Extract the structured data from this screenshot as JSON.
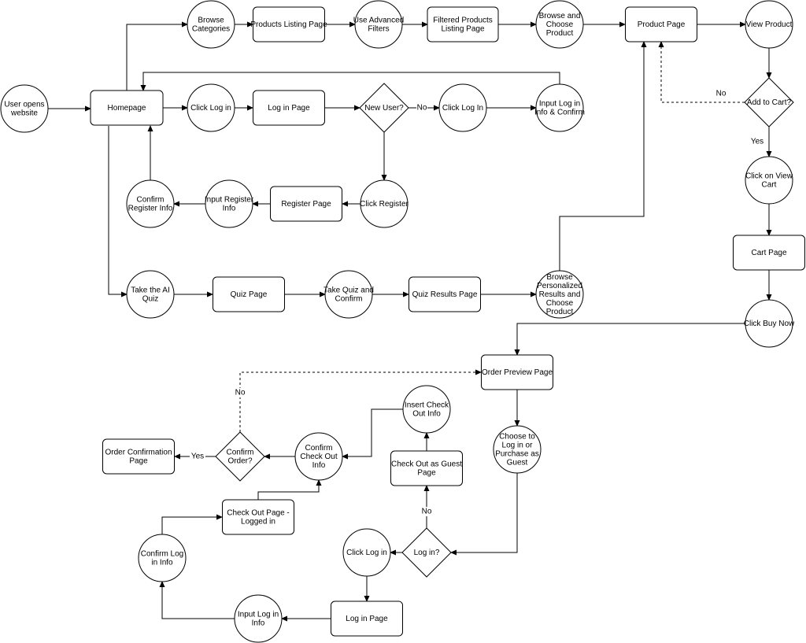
{
  "nodes": {
    "user_opens": [
      "User opens",
      "website"
    ],
    "homepage": [
      "Homepage"
    ],
    "browse_categories": [
      "Browse",
      "Categories"
    ],
    "products_listing": [
      "Products Listing Page"
    ],
    "adv_filters": [
      "Use Advanced",
      "Filters"
    ],
    "filtered_listing": [
      "Filtered Products",
      "Listing Page"
    ],
    "browse_choose": [
      "Browse and",
      "Choose",
      "Product"
    ],
    "product_page": [
      "Product Page"
    ],
    "view_product": [
      "View Product"
    ],
    "add_to_cart": [
      "Add to Cart?"
    ],
    "click_view_cart": [
      "Click on View",
      "Cart"
    ],
    "cart_page": [
      "Cart Page"
    ],
    "click_buy_now": [
      "Click Buy Now"
    ],
    "click_login_top": [
      "Click Log in"
    ],
    "login_page_top": [
      "Log in Page"
    ],
    "new_user": [
      "New User?"
    ],
    "click_login_2": [
      "Click Log In"
    ],
    "input_login_confirm": [
      "Input Log in",
      "Info & Confirm"
    ],
    "click_register": [
      "Click Register"
    ],
    "register_page": [
      "Register Page"
    ],
    "input_register": [
      "Input Register",
      "Info"
    ],
    "confirm_register": [
      "Confirm",
      "Register Info"
    ],
    "take_ai_quiz": [
      "Take the AI",
      "Quiz"
    ],
    "quiz_page": [
      "Quiz Page"
    ],
    "take_quiz_confirm": [
      "Take Quiz and",
      "Confirm"
    ],
    "quiz_results": [
      "Quiz Results Page"
    ],
    "browse_personalized": [
      "Browse",
      "Personalized",
      "Results and",
      "Choose",
      "Product"
    ],
    "order_preview": [
      "Order Preview Page"
    ],
    "choose_login_guest": [
      "Choose to",
      "Log in or",
      "Purchase as",
      "Guest"
    ],
    "log_in_q": [
      "Log in?"
    ],
    "checkout_guest": [
      "Check Out as Guest",
      "Page"
    ],
    "insert_checkout": [
      "Insert Check",
      "Out Info"
    ],
    "confirm_checkout": [
      "Confirm",
      "Check Out",
      "Info"
    ],
    "confirm_order": [
      "Confirm",
      "Order?"
    ],
    "order_confirmation": [
      "Order Confirmation",
      "Page"
    ],
    "click_login_bottom": [
      "Click Log in"
    ],
    "login_page_bottom": [
      "Log in Page"
    ],
    "input_login_bottom": [
      "Input Log in",
      "Info"
    ],
    "confirm_login": [
      "Confirm Log",
      "in Info"
    ],
    "checkout_logged": [
      "Check Out Page -",
      "Logged in"
    ]
  },
  "edge_labels": {
    "no_new_user": "No",
    "no_add_cart": "No",
    "yes_add_cart": "Yes",
    "no_login": "No",
    "yes_confirm": "Yes",
    "no_confirm": "No"
  }
}
